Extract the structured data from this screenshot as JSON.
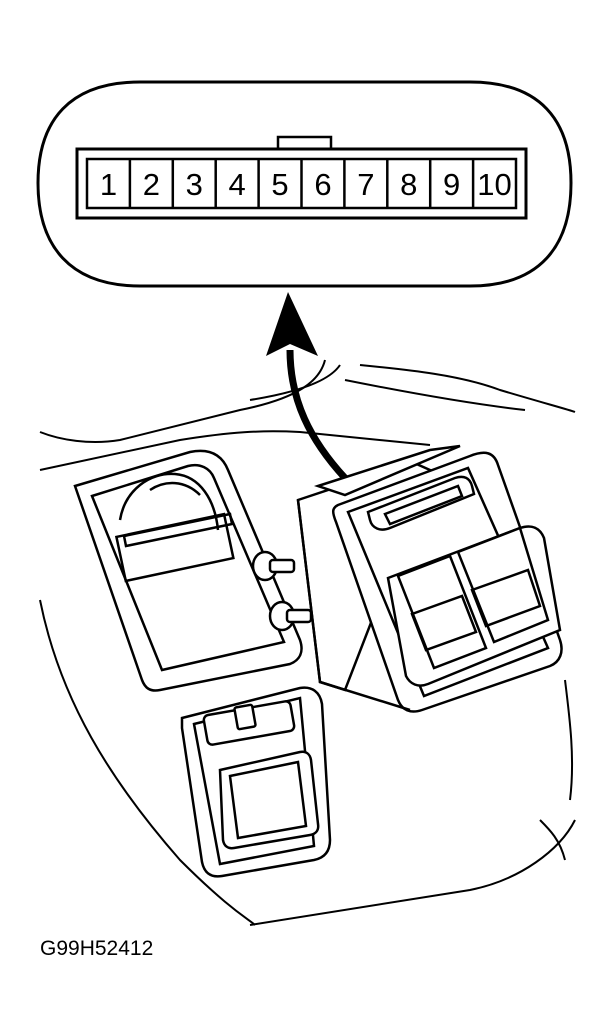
{
  "connector": {
    "pins": [
      "1",
      "2",
      "3",
      "4",
      "5",
      "6",
      "7",
      "8",
      "9",
      "10"
    ]
  },
  "figure_id": "G99H52412",
  "colors": {
    "line": "#000000",
    "background": "#ffffff"
  }
}
